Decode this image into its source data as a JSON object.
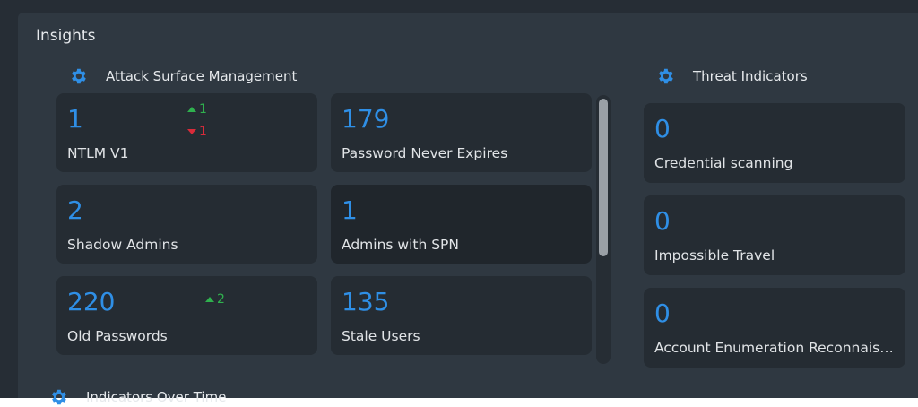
{
  "title": "Insights",
  "attack_surface": {
    "heading": "Attack Surface Management",
    "icon": "gear-icon",
    "cards": [
      {
        "value": "1",
        "label": "NTLM V1",
        "up": "1",
        "down": "1"
      },
      {
        "value": "179",
        "label": "Password Never Expires"
      },
      {
        "value": "2",
        "label": "Shadow Admins"
      },
      {
        "value": "1",
        "label": "Admins with SPN"
      },
      {
        "value": "220",
        "label": "Old Passwords",
        "up": "2"
      },
      {
        "value": "135",
        "label": "Stale Users"
      }
    ]
  },
  "threat_indicators": {
    "heading": "Threat Indicators",
    "icon": "gear-icon",
    "cards": [
      {
        "value": "0",
        "label": "Credential scanning"
      },
      {
        "value": "0",
        "label": "Impossible Travel"
      },
      {
        "value": "0",
        "label": "Account Enumeration Reconnaissance"
      }
    ]
  },
  "indicators_over_time": {
    "heading": "Indicators Over Time"
  },
  "colors": {
    "accent": "#2f8fe6",
    "up": "#2fb14e",
    "down": "#d92b3a"
  }
}
